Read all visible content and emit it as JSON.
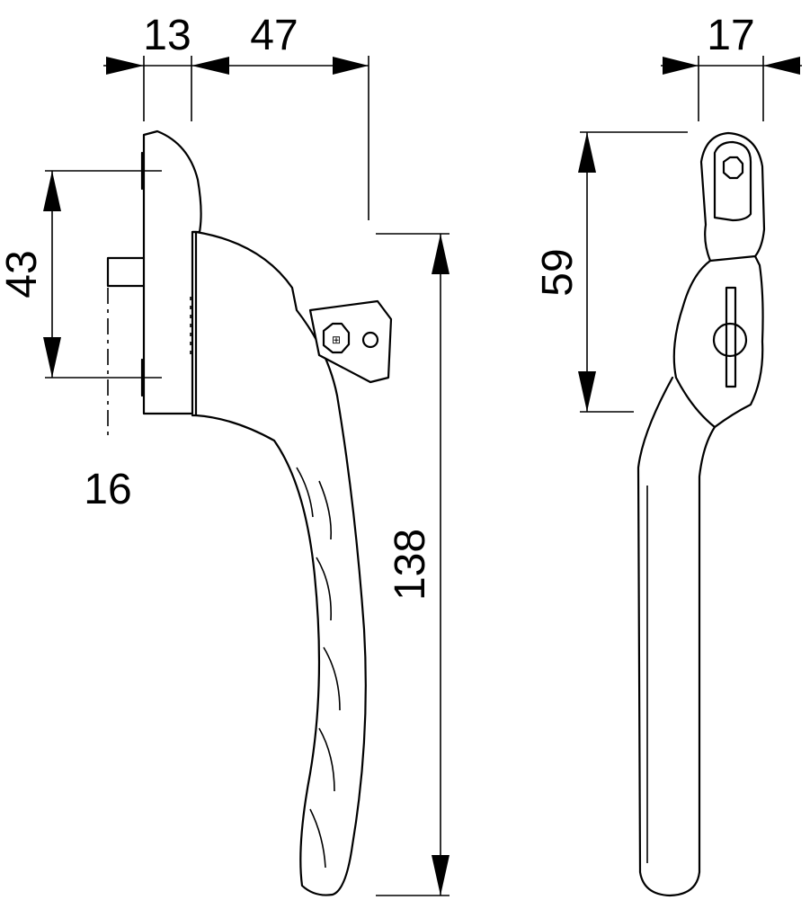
{
  "dimensions": {
    "width_base": "13",
    "projection": "47",
    "hole_spacing": "43",
    "spindle": "16",
    "total_length": "138",
    "escutcheon_length": "59",
    "side_width": "17"
  }
}
